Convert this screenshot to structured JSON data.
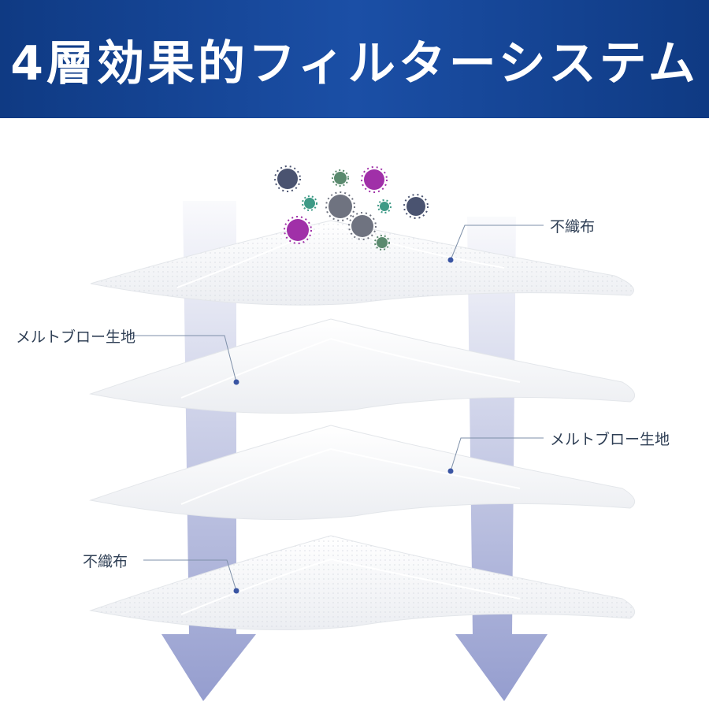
{
  "header": {
    "title": "4層効果的フィルターシステム"
  },
  "layers": [
    {
      "label": "不織布"
    },
    {
      "label": "メルトブロー生地"
    },
    {
      "label": "メルトブロー生地"
    },
    {
      "label": "不織布"
    }
  ],
  "colors": {
    "header_bg": "#1b4fa6",
    "arrow": "#8f98cc",
    "leader_line": "#7d8fa8",
    "dot": "#3a55a3",
    "virus_purple": "#a030a8",
    "virus_gray": "#6f7380",
    "virus_green": "#5a9b8a",
    "virus_navy": "#4a5370"
  }
}
